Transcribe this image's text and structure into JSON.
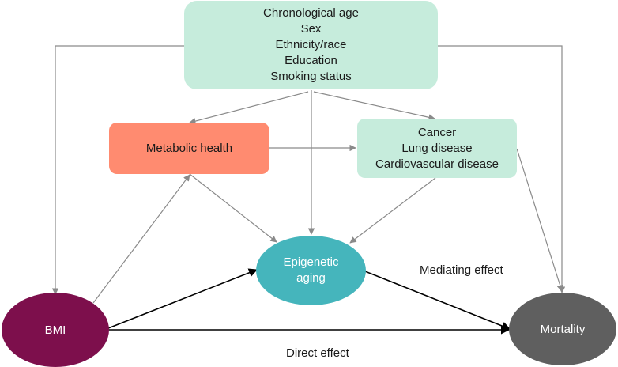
{
  "nodes": {
    "confounders": {
      "lines": [
        "Chronological age",
        "Sex",
        "Ethnicity/race",
        "Education",
        "Smoking status"
      ],
      "color": "#c6ecdc"
    },
    "metabolic_health": {
      "label": "Metabolic health",
      "color": "#ff8b70"
    },
    "diseases": {
      "lines": [
        "Cancer",
        "Lung disease",
        "Cardiovascular disease"
      ],
      "color": "#c6ecdc"
    },
    "epigenetic_aging": {
      "lines": [
        "Epigenetic",
        "aging"
      ],
      "color": "#45b5bc"
    },
    "bmi": {
      "label": "BMI",
      "color": "#7d0f4c"
    },
    "mortality": {
      "label": "Mortality",
      "color": "#5f5f5f"
    }
  },
  "edge_labels": {
    "mediating": "Mediating effect",
    "direct": "Direct effect"
  },
  "colors": {
    "confounder_arrow": "#8a8a8a",
    "main_arrow": "#000000"
  }
}
